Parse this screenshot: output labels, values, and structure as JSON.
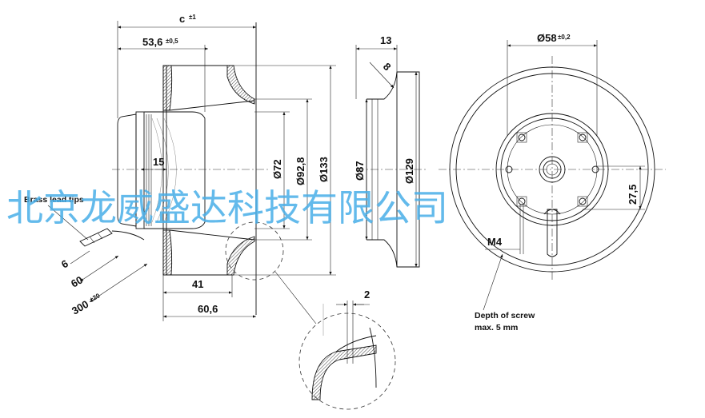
{
  "labels": {
    "c": "c",
    "c_tol": "±1",
    "d53": "53,6",
    "d53_tol": "±0,5",
    "d15": "15",
    "d41": "41",
    "d606": "60,6",
    "d72": "Ø72",
    "d928": "Ø92,8",
    "d133": "Ø133",
    "d13": "13",
    "d8": "8",
    "d87": "Ø87",
    "d129": "Ø129",
    "d58": "Ø58",
    "d58_tol": "±0,2",
    "d275": "27,5",
    "m4": "M4",
    "depth1": "Depth of screw",
    "depth2": "max. 5 mm",
    "d2": "2",
    "brass": "Brass lead tips",
    "lead6": "6",
    "lead60": "60",
    "lead300": "300",
    "lead300_tol": "±20"
  },
  "watermark": "北京龙威盛达科技有限公司"
}
